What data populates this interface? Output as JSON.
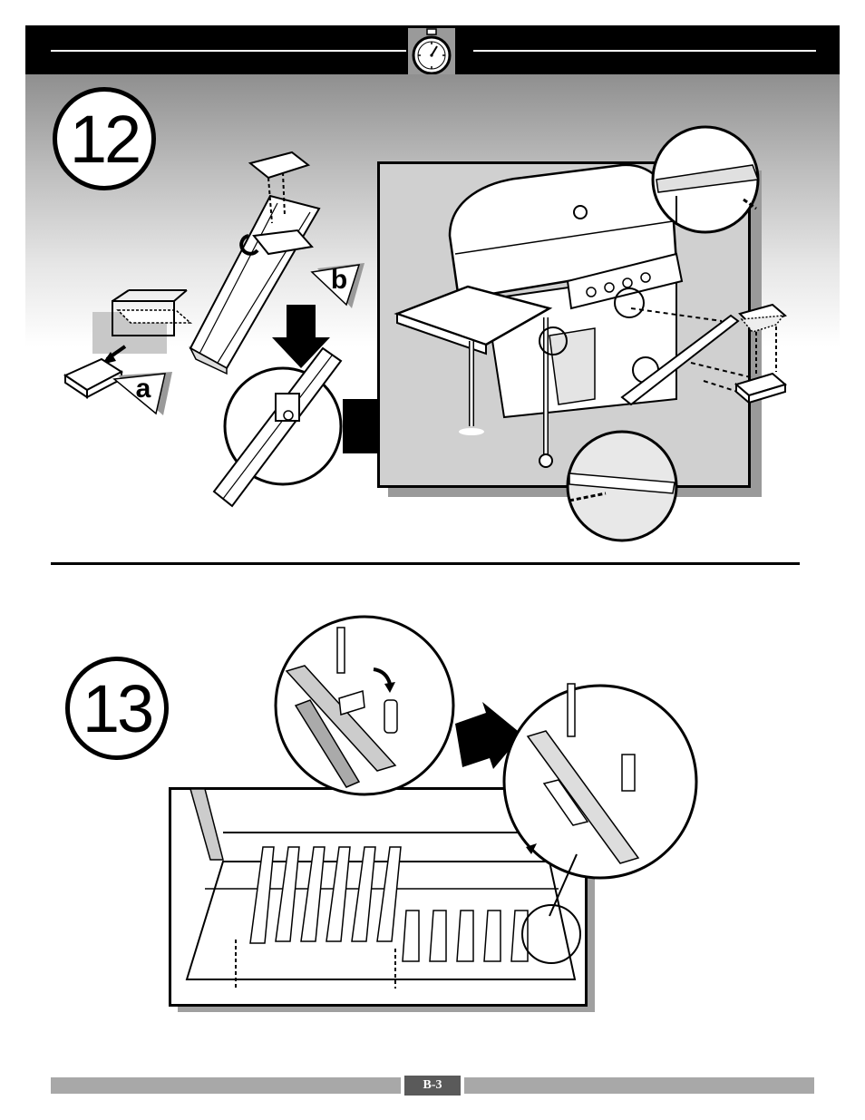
{
  "steps": {
    "step12": {
      "number": "12",
      "callout_a": "a",
      "callout_b": "b"
    },
    "step13": {
      "number": "13"
    }
  },
  "icons": {
    "header": "stopwatch-icon"
  },
  "footer": {
    "page_label": "B-3"
  },
  "colors": {
    "band": "#000000",
    "panel": "#bfbfbf",
    "footer_bar": "#a8a8a8",
    "footer_label_bg": "#5a5a5a"
  }
}
